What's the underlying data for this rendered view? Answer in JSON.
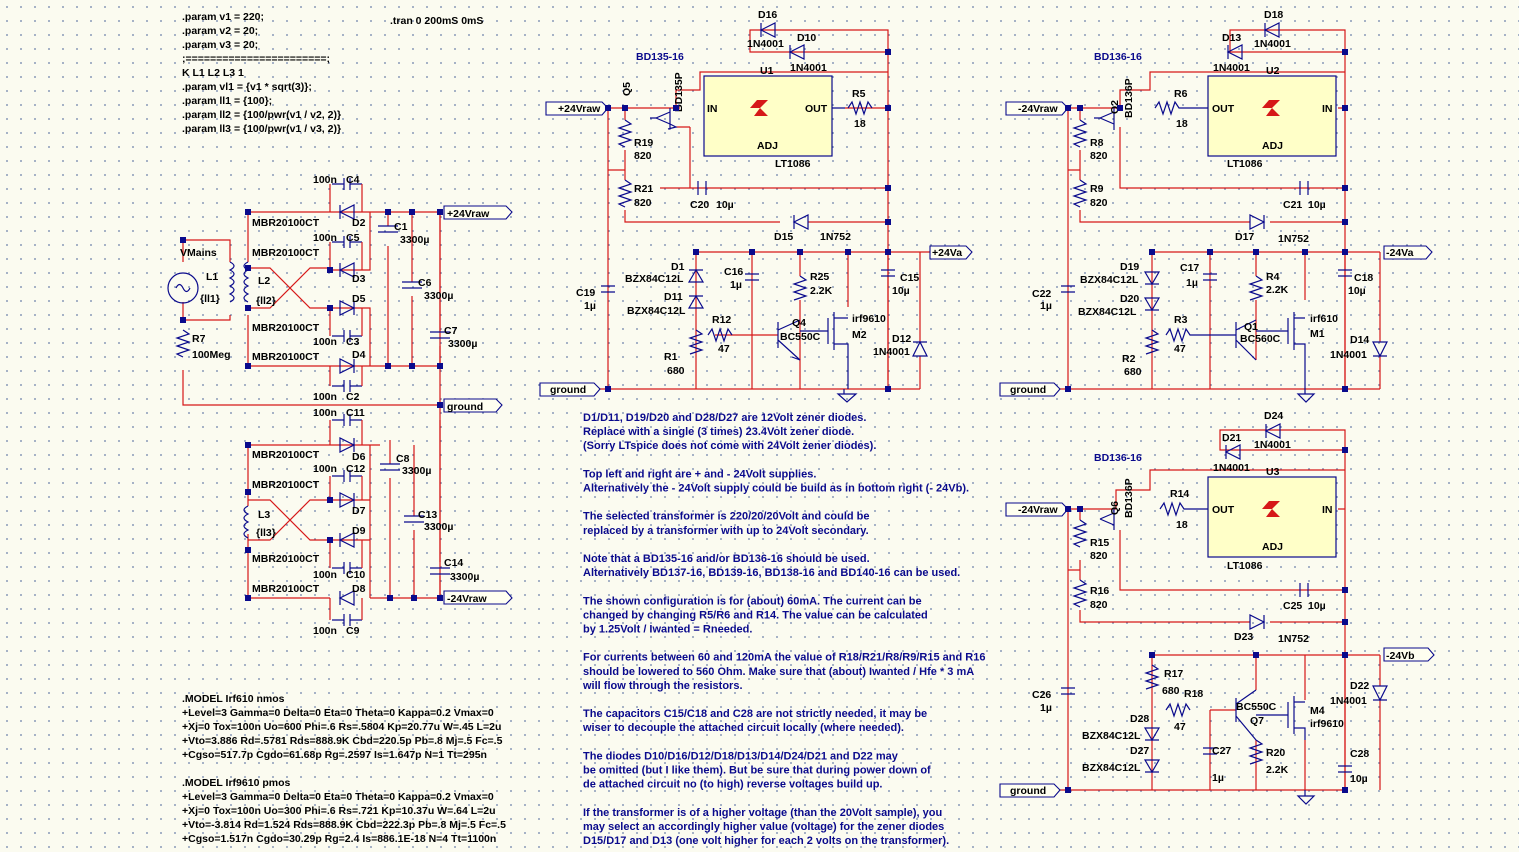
{
  "directives": {
    "params": [
      ".param v1 = 220;",
      ".param v2 = 20;",
      ".param v3 = 20;",
      ";=======================;",
      "K L1 L2 L3 1",
      ".param vl1 = {v1 * sqrt(3)};",
      ".param ll1 = {100};",
      ".param ll2 = {100/pwr(v1 / v2, 2)}",
      ".param ll3 = {100/pwr(v1 / v3, 2)}"
    ],
    "tran": ".tran 0 200mS 0mS",
    "model_nmos": [
      ".MODEL Irf610 nmos",
      "+Level=3 Gamma=0 Delta=0 Eta=0 Theta=0 Kappa=0.2 Vmax=0",
      "+Xj=0 Tox=100n Uo=600 Phi=.6 Rs=.5804 Kp=20.77u W=.45 L=2u",
      "+Vto=3.886 Rd=.5781 Rds=888.9K Cbd=220.5p Pb=.8 Mj=.5 Fc=.5",
      "+Cgso=517.7p Cgdo=61.68p Rg=.2597 Is=1.647p N=1 Tt=295n"
    ],
    "model_pmos": [
      ".MODEL Irf9610 pmos",
      "+Level=3 Gamma=0 Delta=0 Eta=0 Theta=0 Kappa=0.2 Vmax=0",
      "+Xj=0 Tox=100n Uo=300 Phi=.6 Rs=.721 Kp=10.37u W=.64 L=2u",
      "+Vto=-3.814 Rd=1.524 Rds=888.9K Cbd=222.3p Pb=.8 Mj=.5 Fc=.5",
      "+Cgso=1.517n Cgdo=30.29p Rg=2.4 Is=886.1E-18 N=4 Tt=1100n"
    ]
  },
  "notes": [
    "D1/D11, D19/D20 and D28/D27 are 12Volt zener diodes.",
    "Replace with a single (3 times) 23.4Volt zener diode.",
    "(Sorry LTspice does not come with 24Volt zener diodes).",
    "",
    "Top left and right are + and - 24Volt supplies.",
    "Alternatively the - 24Volt supply could be build as in bottom right (- 24Vb).",
    "",
    "The selected transformer is 220/20/20Volt and could be",
    "replaced by a transformer with up to 24Volt secondary.",
    "",
    "Note that a BD135-16 and/or BD136-16 should be used.",
    "Alternatively BD137-16, BD139-16, BD138-16 and BD140-16 can be used.",
    "",
    "The shown configuration is for (about) 60mA. The current can be",
    "changed by changing R5/R6 and R14. The value can be calculated",
    "by 1.25Volt / Iwanted = Rneeded.",
    "",
    "For currents between 60 and 120mA the value of R18/R21/R8/R9/R15 and R16",
    "should be lowered to 560 Ohm. Make sure that (about) Iwanted / Hfe * 3 mA",
    "will flow through the resistors.",
    "",
    "The capacitors C15/C18 and C28 are not strictly needed, it may be",
    "wiser to decouple the attached circuit locally (where needed).",
    "",
    "The diodes D10/D16/D12/D18/D13/D14/D24/D21 and D22 may",
    "be omitted (but I like them). But be sure that during power down of",
    "de attached circuit no (to high) reverse voltages build up.",
    "",
    "If the transformer is of a higher voltage (than the 20Volt sample), you",
    "may select an accordingly higher value (voltage) for the zener diodes",
    "D15/D17 and D13 (one volt higher for each 2 volts on the transformer)."
  ],
  "nets": {
    "p24raw": "+24Vraw",
    "gnd": "ground",
    "m24raw": "-24Vraw",
    "p24a": "+24Va",
    "m24a": "-24Va",
    "m24b": "-24Vb"
  },
  "parts": {
    "vmains": "VMains",
    "l1": "L1",
    "l2": "L2",
    "l3": "L3",
    "ll1": "{ll1}",
    "ll2": "{ll2}",
    "ll3": "{ll3}",
    "r7": "R7",
    "r7v": "100Meg",
    "mbr": "MBR20100CT",
    "d2": "D2",
    "d3": "D3",
    "d4": "D4",
    "d5": "D5",
    "d6": "D6",
    "d7": "D7",
    "d8": "D8",
    "d9": "D9",
    "c1": "C1",
    "c2": "C2",
    "c3": "C3",
    "c4": "C4",
    "c5": "C5",
    "c6": "C6",
    "c7": "C7",
    "c8": "C8",
    "c9": "C9",
    "c10": "C10",
    "c11": "C11",
    "c12": "C12",
    "c13": "C13",
    "c14": "C14",
    "c100n": "100n",
    "c3300": "3300µ",
    "d16": "D16",
    "d10": "D10",
    "d18": "D18",
    "d13": "D13",
    "d24": "D24",
    "d21": "D21",
    "n4001": "1N4001",
    "q5": "Q5",
    "bd135p": "BD135P",
    "bd13516": "BD135-16",
    "q2": "Q2",
    "q6": "Q6",
    "bd136p": "BD136P",
    "bd13616": "BD136-16",
    "u1": "U1",
    "u2": "U2",
    "u3": "U3",
    "lt1086": "LT1086",
    "reg_in": "IN",
    "reg_out": "OUT",
    "reg_adj": "ADJ",
    "r5": "R5",
    "r6": "R6",
    "r14": "R14",
    "r18v": "18",
    "r19": "R19",
    "r21": "R21",
    "r8": "R8",
    "r9": "R9",
    "r15": "R15",
    "r16": "R16",
    "r820": "820",
    "c20": "C20",
    "c21": "C21",
    "c25": "C25",
    "c10u": "10µ",
    "d15": "D15",
    "d17": "D17",
    "d23": "D23",
    "n752": "1N752",
    "d1": "D1",
    "d11": "D11",
    "d19": "D19",
    "d20": "D20",
    "d28": "D28",
    "d27": "D27",
    "bzx": "BZX84C12L",
    "c16": "C16",
    "c17": "C17",
    "c27": "C27",
    "c1u": "1µ",
    "c19": "C19",
    "c22": "C22",
    "c26": "C26",
    "r25": "R25",
    "r4": "R4",
    "r20": "R20",
    "r22k": "2.2K",
    "r12": "R12",
    "r3": "R3",
    "r18": "R18",
    "r47": "47",
    "r1": "R1",
    "r2": "R2",
    "r17": "R17",
    "r680": "680",
    "q4": "Q4",
    "q1": "Q1",
    "q7": "Q7",
    "bc550": "BC550C",
    "bc560": "BC560C",
    "m2": "M2",
    "m1": "M1",
    "m4": "M4",
    "irf9610": "irf9610",
    "irf610": "irf610",
    "c15": "C15",
    "c18": "C18",
    "c28": "C28",
    "d12": "D12",
    "d14": "D14",
    "d22": "D22"
  }
}
